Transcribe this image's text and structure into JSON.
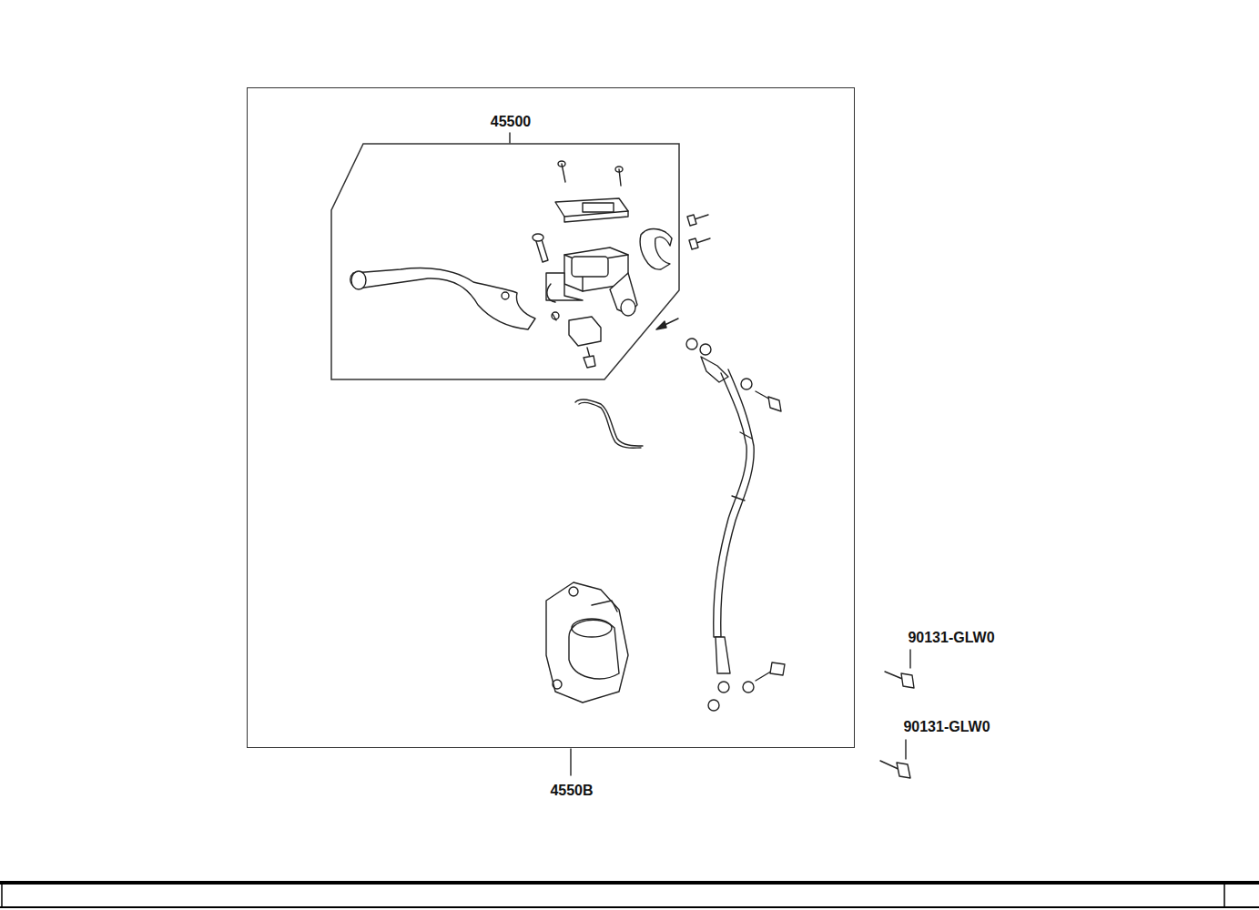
{
  "diagram": {
    "nodes": [
      {
        "text": [
          "4550B"
        ]
      },
      {
        "text": [
          "45500"
        ],
        "in": 0
      }
    ],
    "labels": [
      "90131-GLW0",
      "90131-GLW0"
    ]
  }
}
